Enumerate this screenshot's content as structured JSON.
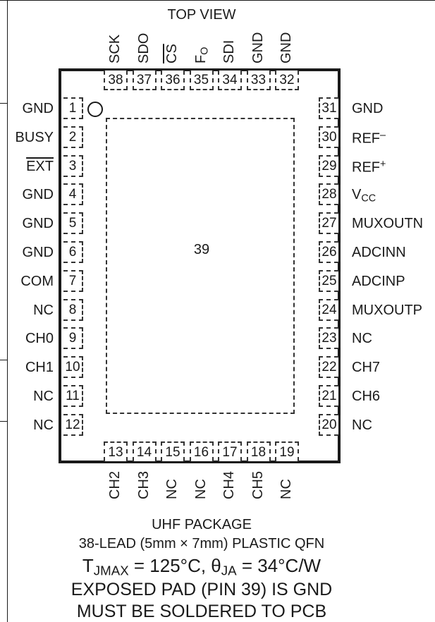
{
  "title": "TOP VIEW",
  "exposed_pad_number": "39",
  "pins_left": [
    {
      "num": "1",
      "label": "GND"
    },
    {
      "num": "2",
      "label": "BUSY"
    },
    {
      "num": "3",
      "label": "EXT",
      "overline": true
    },
    {
      "num": "4",
      "label": "GND"
    },
    {
      "num": "5",
      "label": "GND"
    },
    {
      "num": "6",
      "label": "GND"
    },
    {
      "num": "7",
      "label": "COM"
    },
    {
      "num": "8",
      "label": "NC"
    },
    {
      "num": "9",
      "label": "CH0"
    },
    {
      "num": "10",
      "label": "CH1"
    },
    {
      "num": "11",
      "label": "NC"
    },
    {
      "num": "12",
      "label": "NC"
    }
  ],
  "pins_right": [
    {
      "num": "31",
      "label": "GND"
    },
    {
      "num": "30",
      "label": "REF",
      "sup": "–"
    },
    {
      "num": "29",
      "label": "REF",
      "sup": "+"
    },
    {
      "num": "28",
      "label": "V",
      "sub": "CC"
    },
    {
      "num": "27",
      "label": "MUXOUTN"
    },
    {
      "num": "26",
      "label": "ADCINN"
    },
    {
      "num": "25",
      "label": "ADCINP"
    },
    {
      "num": "24",
      "label": "MUXOUTP"
    },
    {
      "num": "23",
      "label": "NC"
    },
    {
      "num": "22",
      "label": "CH7"
    },
    {
      "num": "21",
      "label": "CH6"
    },
    {
      "num": "20",
      "label": "NC"
    }
  ],
  "pins_top": [
    {
      "num": "38",
      "label": "SCK"
    },
    {
      "num": "37",
      "label": "SDO"
    },
    {
      "num": "36",
      "label": "CS",
      "overline": true
    },
    {
      "num": "35",
      "label": "F",
      "sub": "O"
    },
    {
      "num": "34",
      "label": "SDI"
    },
    {
      "num": "33",
      "label": "GND"
    },
    {
      "num": "32",
      "label": "GND"
    }
  ],
  "pins_bottom": [
    {
      "num": "13",
      "label": "CH2"
    },
    {
      "num": "14",
      "label": "CH3"
    },
    {
      "num": "15",
      "label": "NC"
    },
    {
      "num": "16",
      "label": "NC"
    },
    {
      "num": "17",
      "label": "CH4"
    },
    {
      "num": "18",
      "label": "CH5"
    },
    {
      "num": "19",
      "label": "NC"
    }
  ],
  "caption": {
    "line1": "UHF PACKAGE",
    "line2": "38-LEAD (5mm × 7mm) PLASTIC QFN",
    "line3_t": "T",
    "line3_t_sub": "JMAX",
    "line3_mid": " = 125°C, θ",
    "line3_theta_sub": "JA",
    "line3_end": " = 34°C/W",
    "line4": "EXPOSED PAD (PIN 39) IS GND",
    "line5": "MUST BE SOLDERED TO PCB"
  }
}
